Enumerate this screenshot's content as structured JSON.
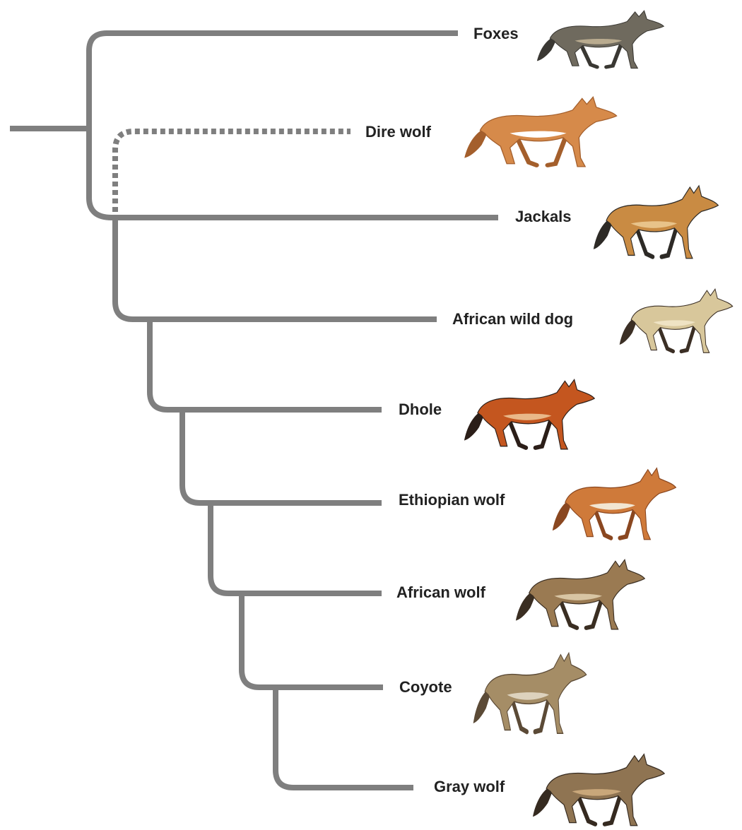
{
  "taxa": [
    {
      "id": "foxes",
      "label": "Foxes",
      "icon": "fox-icon",
      "coat": "#6f6a5e",
      "shade": "#3a3833",
      "belly": "#b9ab8f"
    },
    {
      "id": "dire-wolf",
      "label": "Dire wolf",
      "extinct": true,
      "icon": "dire-wolf-icon",
      "coat": "#d68a4a",
      "shade": "#a45f2c",
      "belly": "#ffffff"
    },
    {
      "id": "jackals",
      "label": "Jackals",
      "icon": "jackal-icon",
      "coat": "#c98b43",
      "shade": "#2d2a26",
      "belly": "#e8c38a"
    },
    {
      "id": "african-wild-dog",
      "label": "African wild dog",
      "icon": "african-wild-dog-icon",
      "coat": "#d8c79b",
      "shade": "#3b2f25",
      "belly": "#efe3c4"
    },
    {
      "id": "dhole",
      "label": "Dhole",
      "icon": "dhole-icon",
      "coat": "#c4561f",
      "shade": "#2b1e18",
      "belly": "#e9b889"
    },
    {
      "id": "ethiopian-wolf",
      "label": "Ethiopian wolf",
      "icon": "ethiopian-wolf-icon",
      "coat": "#cf7a3a",
      "shade": "#8a4720",
      "belly": "#f2e6d2"
    },
    {
      "id": "african-wolf",
      "label": "African wolf",
      "icon": "african-wolf-icon",
      "coat": "#9a7a52",
      "shade": "#3a2e22",
      "belly": "#d8c5a3"
    },
    {
      "id": "coyote",
      "label": "Coyote",
      "icon": "coyote-icon",
      "coat": "#a58d66",
      "shade": "#5b4a36",
      "belly": "#ddd2bd"
    },
    {
      "id": "gray-wolf",
      "label": "Gray wolf",
      "icon": "gray-wolf-icon",
      "coat": "#8f7452",
      "shade": "#352a20",
      "belly": "#c9a77a"
    }
  ],
  "branch_color": "#7f7f7f"
}
